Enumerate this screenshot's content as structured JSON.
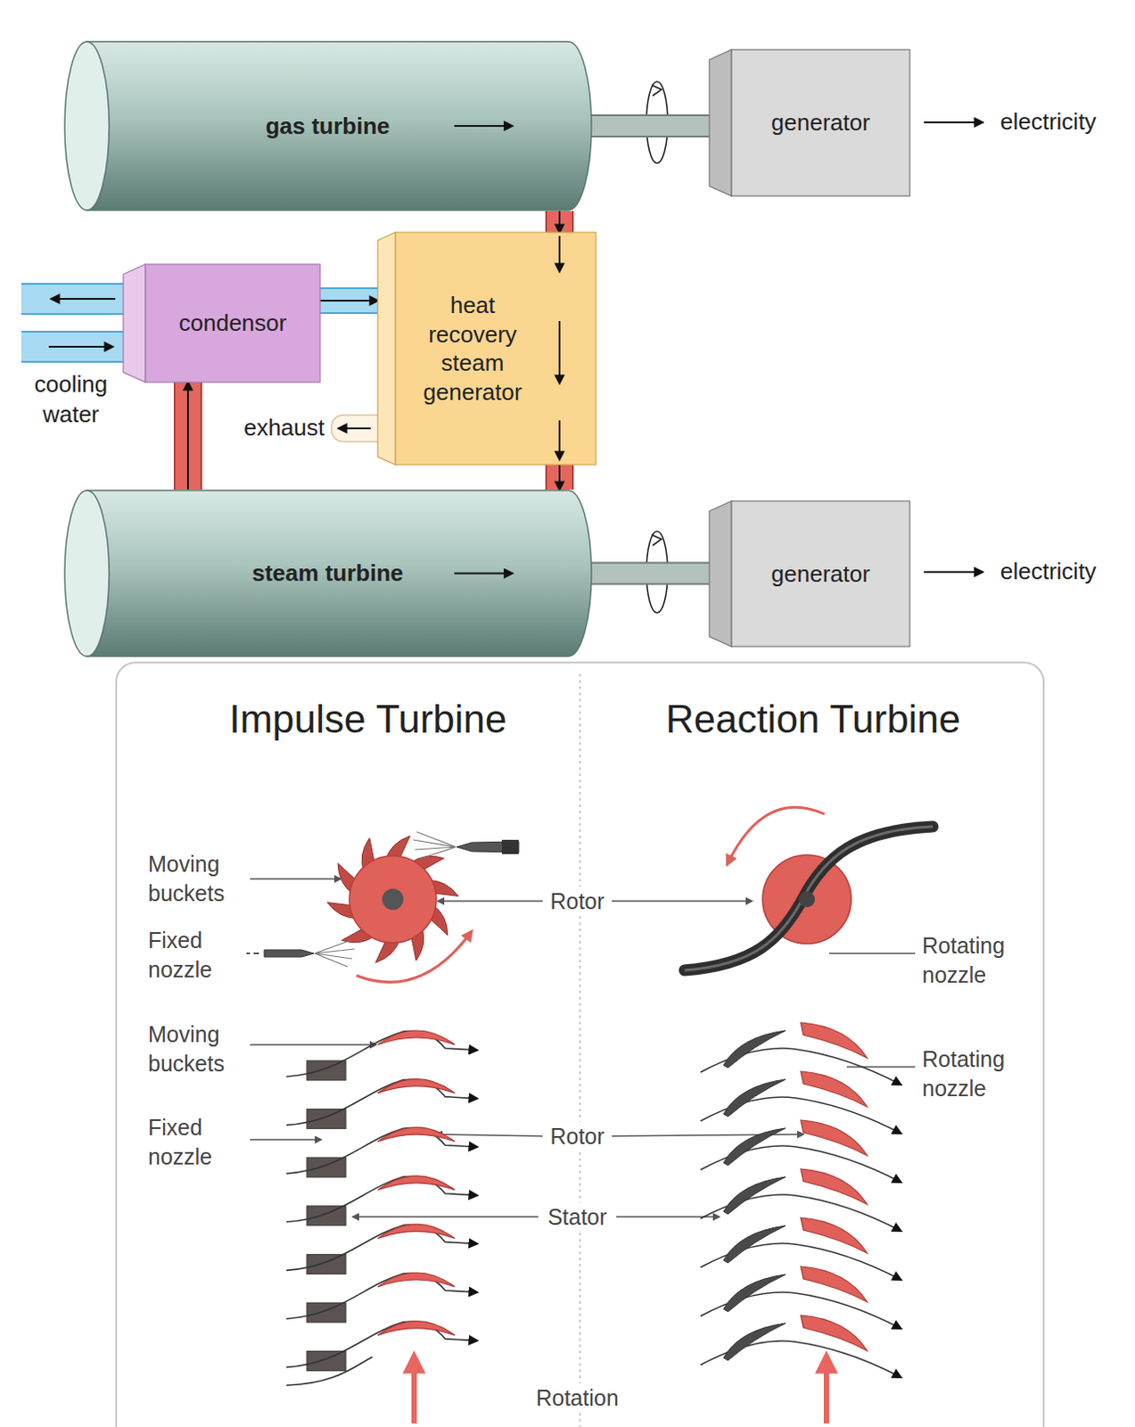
{
  "diagram": {
    "nodes": [
      {
        "text": [
          "gas turbine"
        ]
      },
      {
        "text": [
          "generator"
        ]
      },
      {
        "text": [
          "condensor"
        ]
      },
      {
        "text": [
          "heat recovery steam generator"
        ]
      },
      {
        "text": [
          "steam turbine"
        ]
      },
      {
        "text": [
          "generator"
        ]
      }
    ],
    "edges": [
      {
        "from": 0,
        "to": 1,
        "arrow": "none"
      },
      {
        "from": 0,
        "to": 3,
        "arrow": "to"
      },
      {
        "from": 3,
        "to": 4,
        "arrow": "to"
      },
      {
        "from": 4,
        "to": 2,
        "arrow": "to"
      },
      {
        "from": 2,
        "to": 3,
        "arrow": "to"
      },
      {
        "from": 4,
        "to": 5,
        "arrow": "none"
      }
    ],
    "labels": [
      "electricity",
      "electricity",
      "cooling water",
      "exhaust",
      "Impulse Turbine",
      "Reaction Turbine",
      "Moving buckets",
      "Fixed nozzle",
      "Rotor",
      "Rotating nozzle",
      "Moving buckets",
      "Fixed nozzle",
      "Rotor",
      "Stator",
      "Rotating nozzle",
      "Rotation"
    ]
  }
}
